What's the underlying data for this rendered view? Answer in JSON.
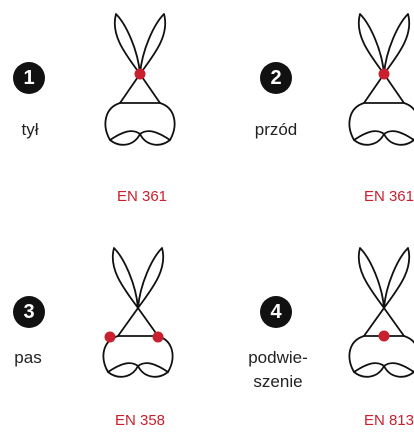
{
  "colors": {
    "accent": "#c8202e",
    "ink": "#111111"
  },
  "items": [
    {
      "number": "1",
      "label": "tył",
      "standard": "EN 361"
    },
    {
      "number": "2",
      "label": "przód",
      "standard": "EN 361"
    },
    {
      "number": "3",
      "label": "pas",
      "standard": "EN 358"
    },
    {
      "number": "4",
      "label": "podwie-\nszenie",
      "standard": "EN 813"
    }
  ]
}
